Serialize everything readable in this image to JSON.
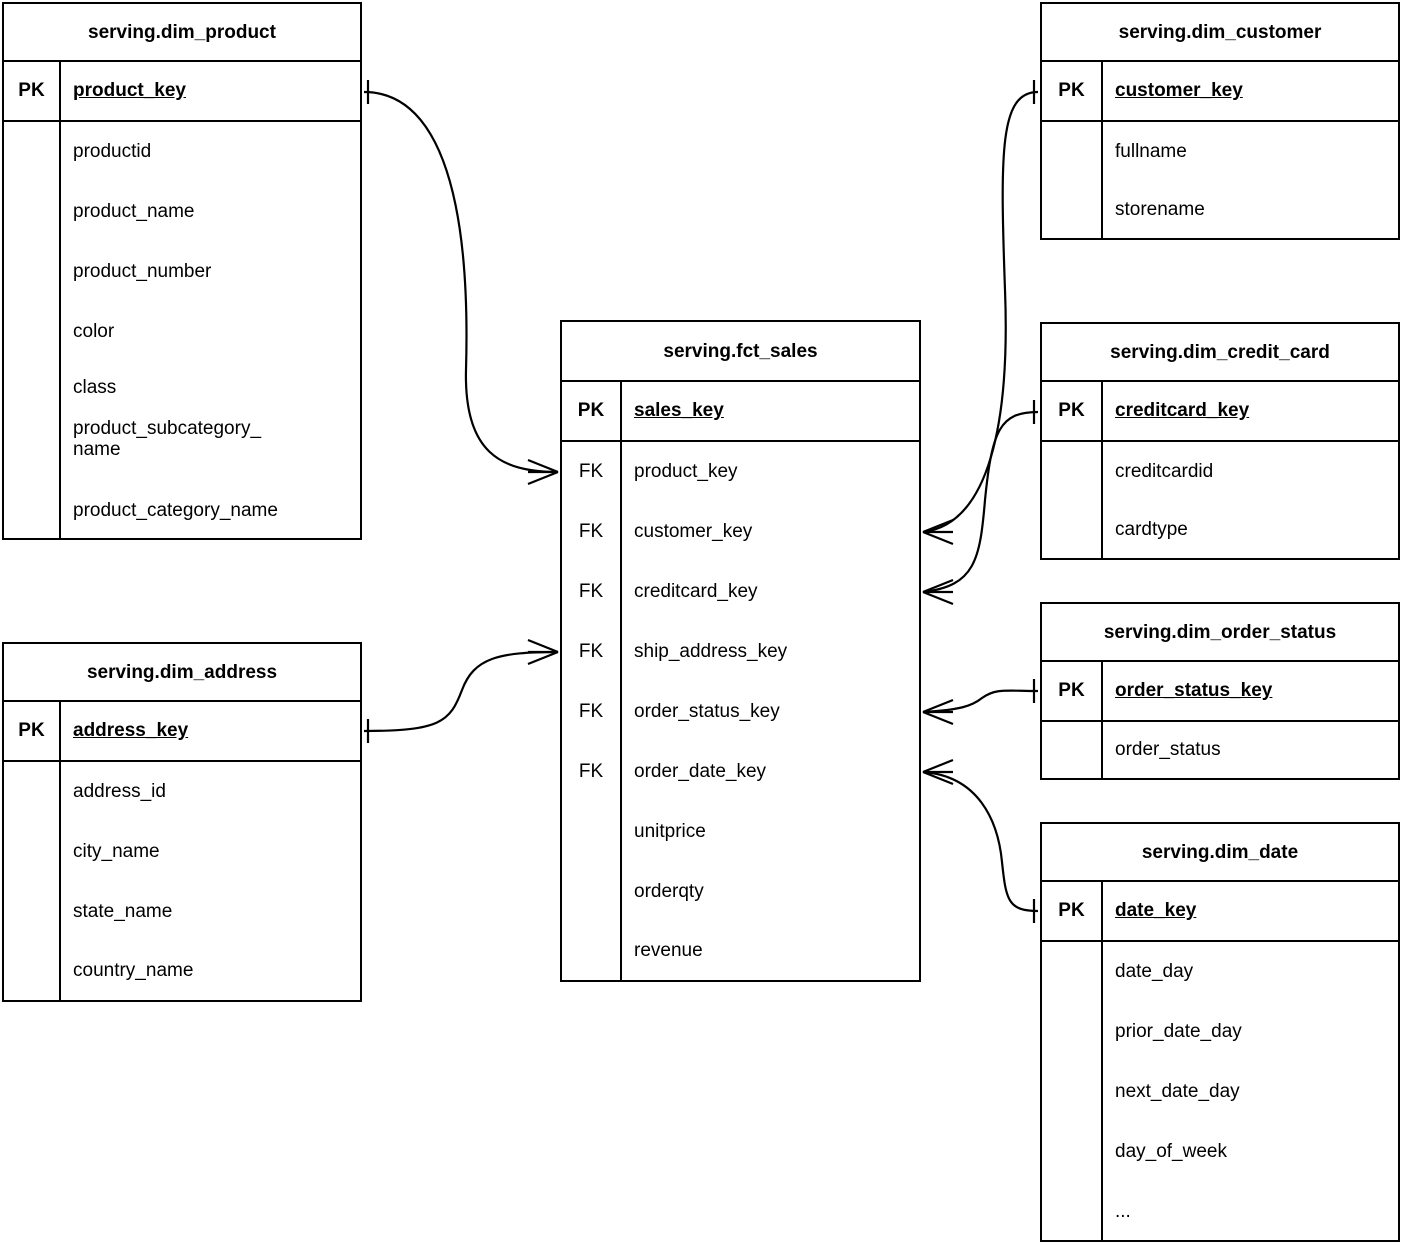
{
  "diagram": {
    "type": "entity-relationship-diagram",
    "notation": "crow's foot",
    "line_color": "#000000",
    "background_color": "#ffffff"
  },
  "labels": {
    "pk": "PK",
    "fk": "FK"
  },
  "tables": {
    "dim_product": {
      "title": "serving.dim_product",
      "pk_label": "PK",
      "pk_field": "product_key",
      "fields": [
        "productid",
        "product_name",
        "product_number",
        "color",
        "class",
        "product_subcategory_\nname",
        "product_category_name"
      ]
    },
    "dim_address": {
      "title": "serving.dim_address",
      "pk_label": "PK",
      "pk_field": "address_key",
      "fields": [
        "address_id",
        "city_name",
        "state_name",
        "country_name"
      ]
    },
    "fct_sales": {
      "title": "serving.fct_sales",
      "pk_label": "PK",
      "pk_field": "sales_key",
      "fk_label": "FK",
      "fk_fields": [
        "product_key",
        "customer_key",
        "creditcard_key",
        "ship_address_key",
        "order_status_key",
        "order_date_key"
      ],
      "measure_fields": [
        "unitprice",
        "orderqty",
        "revenue"
      ]
    },
    "dim_customer": {
      "title": "serving.dim_customer",
      "pk_label": "PK",
      "pk_field": "customer_key",
      "fields": [
        "fullname",
        "storename"
      ]
    },
    "dim_credit_card": {
      "title": "serving.dim_credit_card",
      "pk_label": "PK",
      "pk_field": "creditcard_key",
      "fields": [
        "creditcardid",
        "cardtype"
      ]
    },
    "dim_order_status": {
      "title": "serving.dim_order_status",
      "pk_label": "PK",
      "pk_field": "order_status_key",
      "fields": [
        "order_status"
      ]
    },
    "dim_date": {
      "title": "serving.dim_date",
      "pk_label": "PK",
      "pk_field": "date_key",
      "fields": [
        "date_day",
        "prior_date_day",
        "next_date_day",
        "day_of_week",
        "..."
      ]
    }
  },
  "relationships": [
    {
      "from_table": "dim_product",
      "from_field": "product_key",
      "to_table": "fct_sales",
      "to_field": "product_key",
      "from_cardinality": "one",
      "to_cardinality": "many"
    },
    {
      "from_table": "dim_address",
      "from_field": "address_key",
      "to_table": "fct_sales",
      "to_field": "ship_address_key",
      "from_cardinality": "one",
      "to_cardinality": "many"
    },
    {
      "from_table": "dim_customer",
      "from_field": "customer_key",
      "to_table": "fct_sales",
      "to_field": "customer_key",
      "from_cardinality": "one",
      "to_cardinality": "many"
    },
    {
      "from_table": "dim_credit_card",
      "from_field": "creditcard_key",
      "to_table": "fct_sales",
      "to_field": "creditcard_key",
      "from_cardinality": "one",
      "to_cardinality": "many"
    },
    {
      "from_table": "dim_order_status",
      "from_field": "order_status_key",
      "to_table": "fct_sales",
      "to_field": "order_status_key",
      "from_cardinality": "one",
      "to_cardinality": "many"
    },
    {
      "from_table": "dim_date",
      "from_field": "date_key",
      "to_table": "fct_sales",
      "to_field": "order_date_key",
      "from_cardinality": "one",
      "to_cardinality": "many"
    }
  ]
}
